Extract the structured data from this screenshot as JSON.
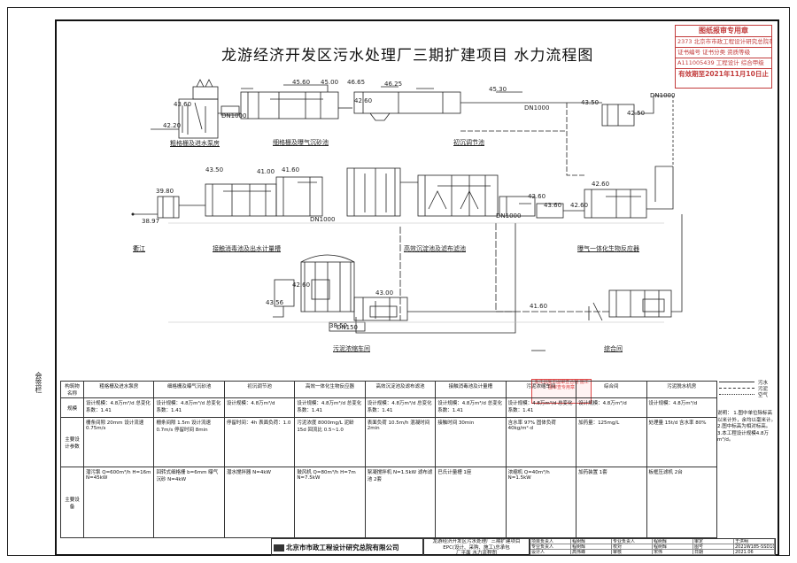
{
  "title": "龙游经济开发区污水处理厂三期扩建项目        水力流程图",
  "review_stamp": {
    "heading": "图纸报审专用章",
    "rows": [
      "2373 北京市市政工程设计研究总院有限公司",
      "证书编号    证书分类    资质等级",
      "A111005439  工程设计  综合甲级"
    ],
    "valid": "有效期至2021年11月10日止"
  },
  "side_tag": "会签栏",
  "units": [
    {
      "label": "粗格栅及进水泵房"
    },
    {
      "label": "细格栅及曝气沉砂池"
    },
    {
      "label": "初沉调节池"
    },
    {
      "label": "接触消毒池及出水计量槽"
    },
    {
      "label": "高效沉淀池及滤布滤池"
    },
    {
      "label": "曝气一体化生物反应器"
    },
    {
      "label": "衢江"
    },
    {
      "label": "污泥浓缩车间"
    },
    {
      "label": "综合间"
    }
  ],
  "elevations": [
    "43.60",
    "45.60",
    "45.00",
    "46.65",
    "46.25",
    "45.30",
    "42.60",
    "43.50",
    "42.50",
    "42.20",
    "43.50",
    "41.00",
    "39.80",
    "38.97",
    "41.60",
    "42.60",
    "43.60",
    "42.60",
    "42.60",
    "43.00",
    "42.60",
    "43.56",
    "41.60",
    "38.50"
  ],
  "pipes": [
    "DN1000",
    "DN1000",
    "DN1000",
    "DN1000",
    "DN1000",
    "DN150"
  ],
  "review_red_stamp": "浙江省施工图审查合格 施工图审查专用章",
  "table": {
    "headers": [
      "构筑物名称",
      "粗格栅及进水泵房",
      "细格栅及曝气沉砂池",
      "初沉调节池",
      "高效一体化生物反应器",
      "高效沉淀池及滤布滤池",
      "接触消毒池及计量槽",
      "污泥浓缩车间",
      "综合间",
      "污泥脱水机房"
    ],
    "rows": [
      {
        "label": "规模",
        "cells": [
          "设计规模：4.8万m³/d 总变化系数：1.41",
          "设计规模：4.8万m³/d 总变化系数：1.41",
          "设计规模：4.8万m³/d",
          "设计规模：4.8万m³/d 总变化系数：1.41",
          "设计规模：4.8万m³/d 总变化系数：1.41",
          "设计规模：4.8万m³/d 总变化系数：1.41",
          "设计规模：4.8万m³/d 总变化系数：1.41",
          "设计规模：4.8万m³/d",
          "设计规模：4.8万m³/d"
        ]
      },
      {
        "label": "主要设计参数",
        "cells": [
          "栅条间隙 20mm 设计流速 0.75m/s",
          "栅条间隙 1.5m 设计流速 0.7m/s 停留时间 8min",
          "停留时间：4h 表面负荷：1.0",
          "污泥浓度 8000mg/L 泥龄 15d 回流比 0.5~1.0",
          "表面负荷 10.5m/h 混凝时间 2min",
          "接触时间 30min",
          "含水率 97% 固体负荷 40kg/m²·d",
          "加药量：125mg/L",
          "处理量 15t/d 含水率 80%"
        ]
      },
      {
        "label": "主要设备",
        "cells": [
          "潜污泵 Q=600m³/h H=16m N=45kW",
          "回转式细格栅 b=6mm 曝气沉砂 N=4kW",
          "潜水搅拌器 N=4kW",
          "鼓风机 Q=80m³/h H=7m N=7.5kW",
          "絮凝搅拌机 N=1.5kW 滤布滤池 2套",
          "巴氏计量槽 1座",
          "浓缩机 Q=40m³/h N=1.5kW",
          "加药装置 1套",
          "板框压滤机 2台"
        ]
      }
    ]
  },
  "legend": [
    {
      "label": "污水"
    },
    {
      "label": "污泥"
    },
    {
      "label": "空气"
    }
  ],
  "notes": "说明： 1.图中单位除标高以米计外，余均以毫米计。 2.图中标高为相对标高。 3.本工程设计规模4.8万m³/d。",
  "title_block": {
    "org": "北京市市政工程设计研究总院有限公司",
    "project": "龙游经济开发区污水处理厂三期扩建项目",
    "stage": "EPC(设计、采购、施工)总承包",
    "drawing": "厂平面 水力流程图",
    "roles": [
      "项目负责人",
      "程树辉",
      "专业负责人",
      "程树辉",
      "审定",
      "王洪明",
      "专业负责人",
      "程树辉",
      "校对",
      "程树辉",
      "图号",
      "2021W185-SSD101-PS01",
      "设计人",
      "高伟峰",
      "审核",
      "宋伟",
      "日期",
      "2021.06"
    ]
  }
}
